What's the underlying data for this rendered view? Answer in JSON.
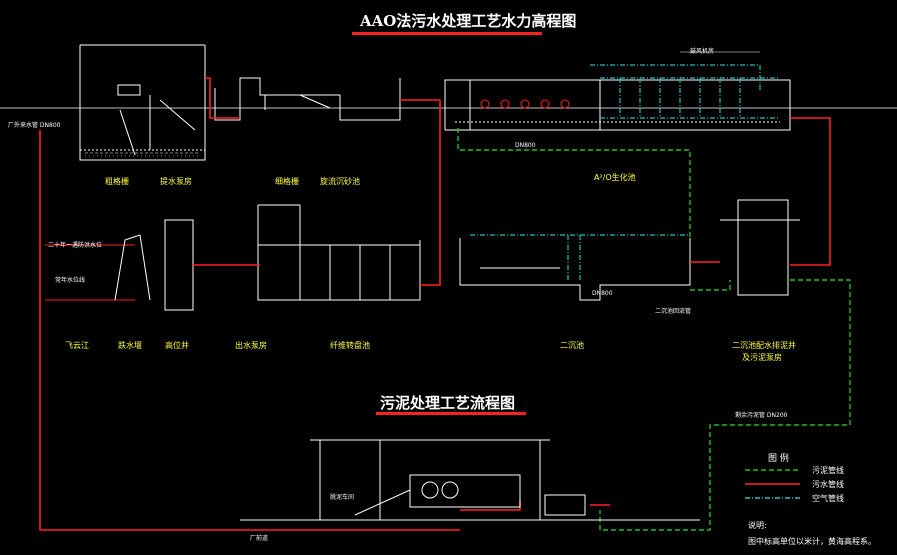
{
  "titles": {
    "main": "AAO法污水处理工艺水力高程图",
    "sludge": "污泥处理工艺流程图"
  },
  "top_row_labels": {
    "coarse_screen": "粗格栅",
    "lift_pump": "提水泵房",
    "fine_screen": "细格栅",
    "grit_chamber": "旋流沉砂池",
    "bio_tank": "A²/O生化池"
  },
  "bottom_row_labels": {
    "river": "飞云江",
    "weir": "跌水堰",
    "measure_well": "高位井",
    "outlet_pump": "出水泵房",
    "filter": "纤维转盘池",
    "secondary_clarifier": "二沉池",
    "sludge_well": "二沉池配水排泥井",
    "sludge_pump": "及污泥泵房"
  },
  "misc_labels": {
    "inlet_pipe": "厂外来水管 DN800",
    "flood_level": "二十年一遇防洪水位",
    "normal_level": "常年水位线",
    "blower": "鼓风机房",
    "pipe_label_1": "DN800",
    "pipe_label_2": "DN800",
    "return_sludge": "二沉池回流管",
    "sludge_pipe": "剩余污泥管 DN200",
    "sludge_shed": "脱泥车间",
    "outlet_road": "厂前道"
  },
  "legend": {
    "title": "图 例",
    "items": [
      {
        "label": "污泥管线",
        "color": "#20c020",
        "style": "dashed"
      },
      {
        "label": "污水管线",
        "color": "#ff2020",
        "style": "solid"
      },
      {
        "label": "空气管线",
        "color": "#20c0c0",
        "style": "dashdot"
      }
    ]
  },
  "note": {
    "title": "说明:",
    "text": "图中标高单位以米计，黄海高程系。"
  },
  "colors": {
    "structure": "#ffffff",
    "sewage": "#ff2020",
    "sludge": "#20c020",
    "air": "#20c0c0",
    "label": "#ffff40"
  }
}
